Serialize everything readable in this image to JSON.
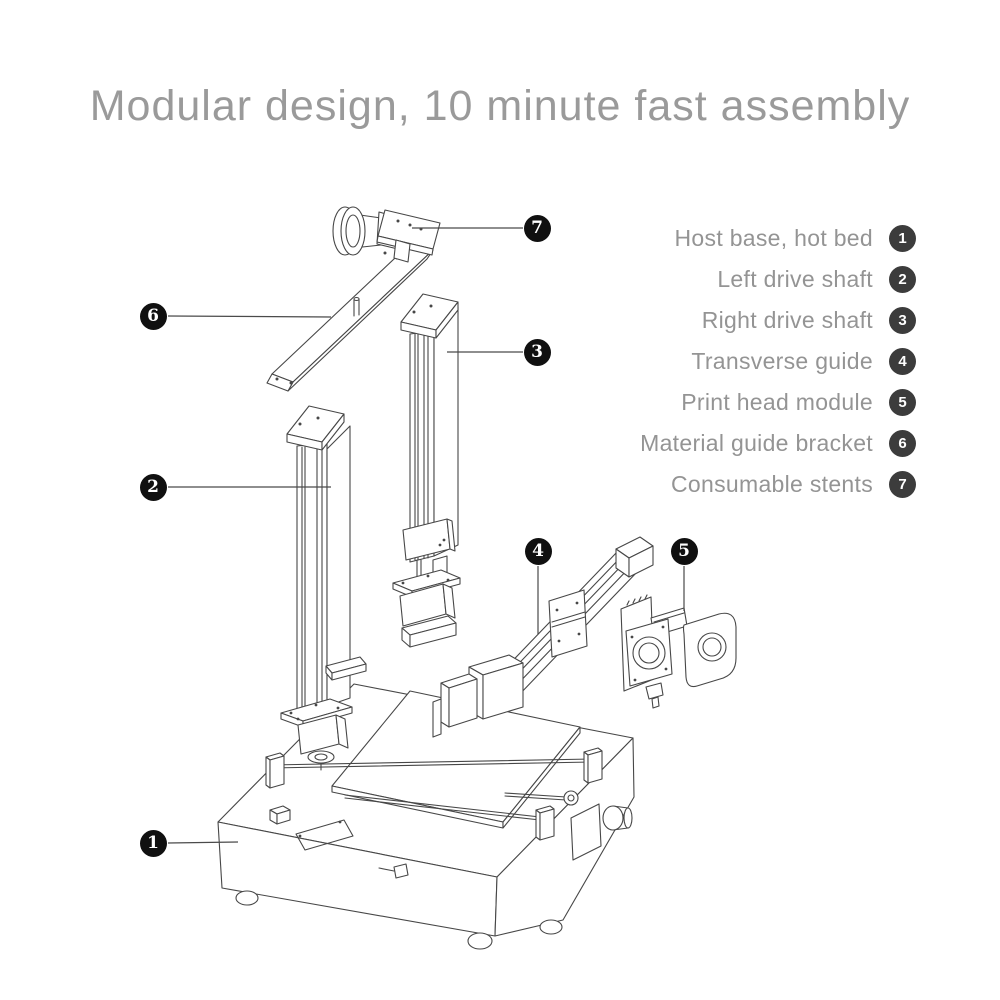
{
  "title": "Modular design, 10 minute fast assembly",
  "legend": {
    "items": [
      {
        "number": "1",
        "label": "Host base, hot bed"
      },
      {
        "number": "2",
        "label": "Left drive shaft"
      },
      {
        "number": "3",
        "label": "Right drive shaft"
      },
      {
        "number": "4",
        "label": "Transverse guide"
      },
      {
        "number": "5",
        "label": "Print head module"
      },
      {
        "number": "6",
        "label": "Material guide bracket"
      },
      {
        "number": "7",
        "label": "Consumable stents"
      }
    ]
  },
  "callouts": {
    "c1": {
      "number": "1"
    },
    "c2": {
      "number": "2"
    },
    "c3": {
      "number": "3"
    },
    "c4": {
      "number": "4"
    },
    "c5": {
      "number": "5"
    },
    "c6": {
      "number": "6"
    },
    "c7": {
      "number": "7"
    }
  },
  "colors": {
    "text_gray": "#949494",
    "title_gray": "#9a9a9a",
    "line": "#474747",
    "legend_badge": "#3c3c3c",
    "callout_black": "#101010",
    "background": "#ffffff"
  }
}
